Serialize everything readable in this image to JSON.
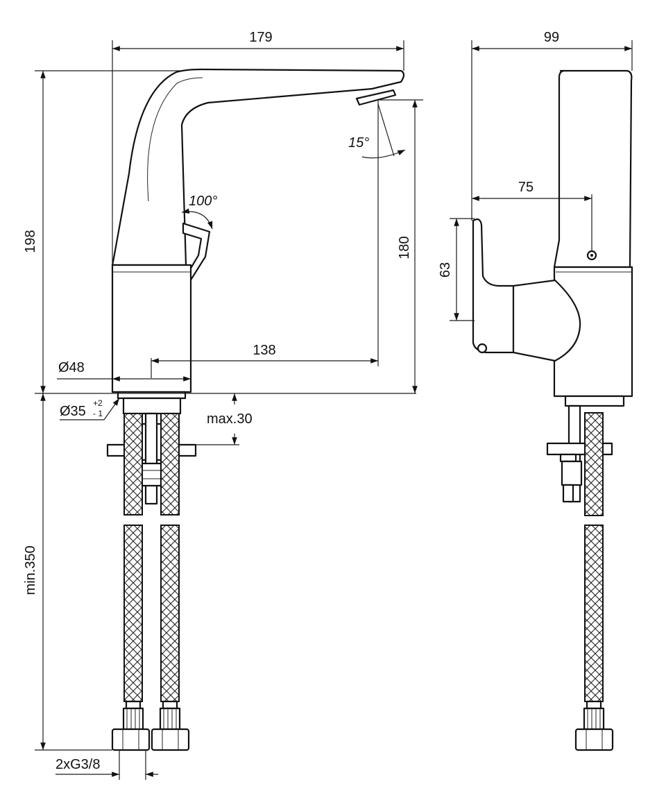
{
  "dimensions": {
    "front_width": "179",
    "side_width": "99",
    "total_height": "198",
    "spout_height": "180",
    "spout_reach": "138",
    "base_diameter": "Ø48",
    "hole_diameter": "Ø35",
    "hole_tol_plus": "+2",
    "hole_tol_minus": "- 1",
    "max_thickness": "max.30",
    "hose_length": "min.350",
    "connection": "2xG3/8",
    "lever_reach": "75",
    "lever_height": "63",
    "aerator_angle": "15°",
    "lever_angle": "100°"
  }
}
